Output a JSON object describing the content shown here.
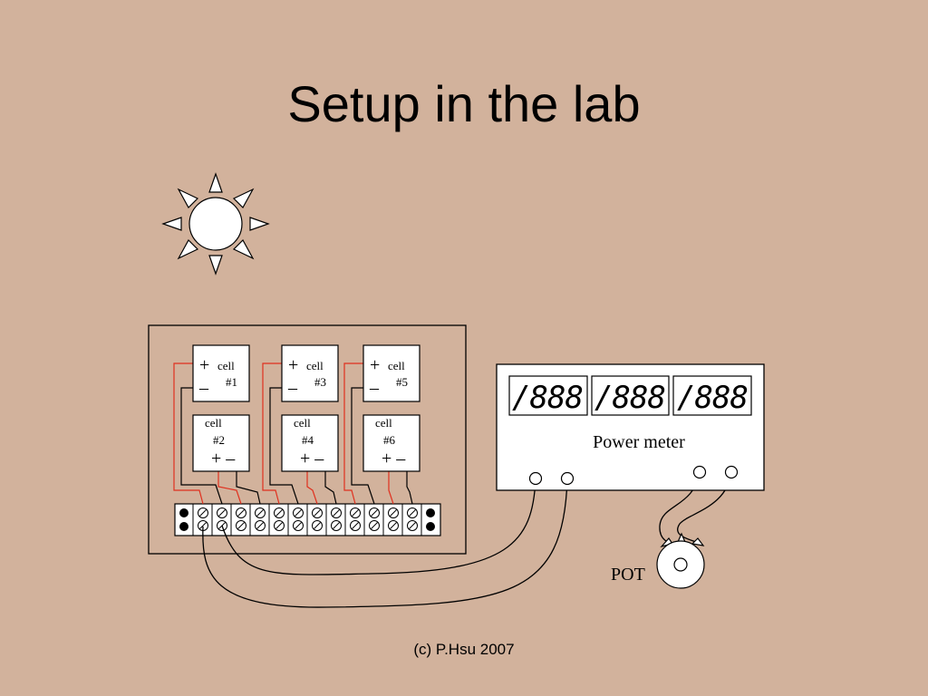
{
  "title": "Setup in the lab",
  "footer": "(c) P.Hsu 2007",
  "cells": [
    {
      "top": {
        "sign_plus": "+",
        "sign_minus": "–",
        "label": "cell",
        "num": "#1"
      },
      "bottom": {
        "label": "cell",
        "num": "#2",
        "signs": "+ –"
      }
    },
    {
      "top": {
        "sign_plus": "+",
        "sign_minus": "–",
        "label": "cell",
        "num": "#3"
      },
      "bottom": {
        "label": "cell",
        "num": "#4",
        "signs": "+ –"
      }
    },
    {
      "top": {
        "sign_plus": "+",
        "sign_minus": "–",
        "label": "cell",
        "num": "#5"
      },
      "bottom": {
        "label": "cell",
        "num": "#6",
        "signs": "+ –"
      }
    }
  ],
  "power_meter": {
    "label": "Power meter",
    "displays": [
      "/888",
      "/888",
      "/888"
    ]
  },
  "pot_label": "POT",
  "colors": {
    "background": "#d2b29c",
    "wire_red": "#e0301e",
    "wire_black": "#000000",
    "box_fill": "#ffffff"
  }
}
